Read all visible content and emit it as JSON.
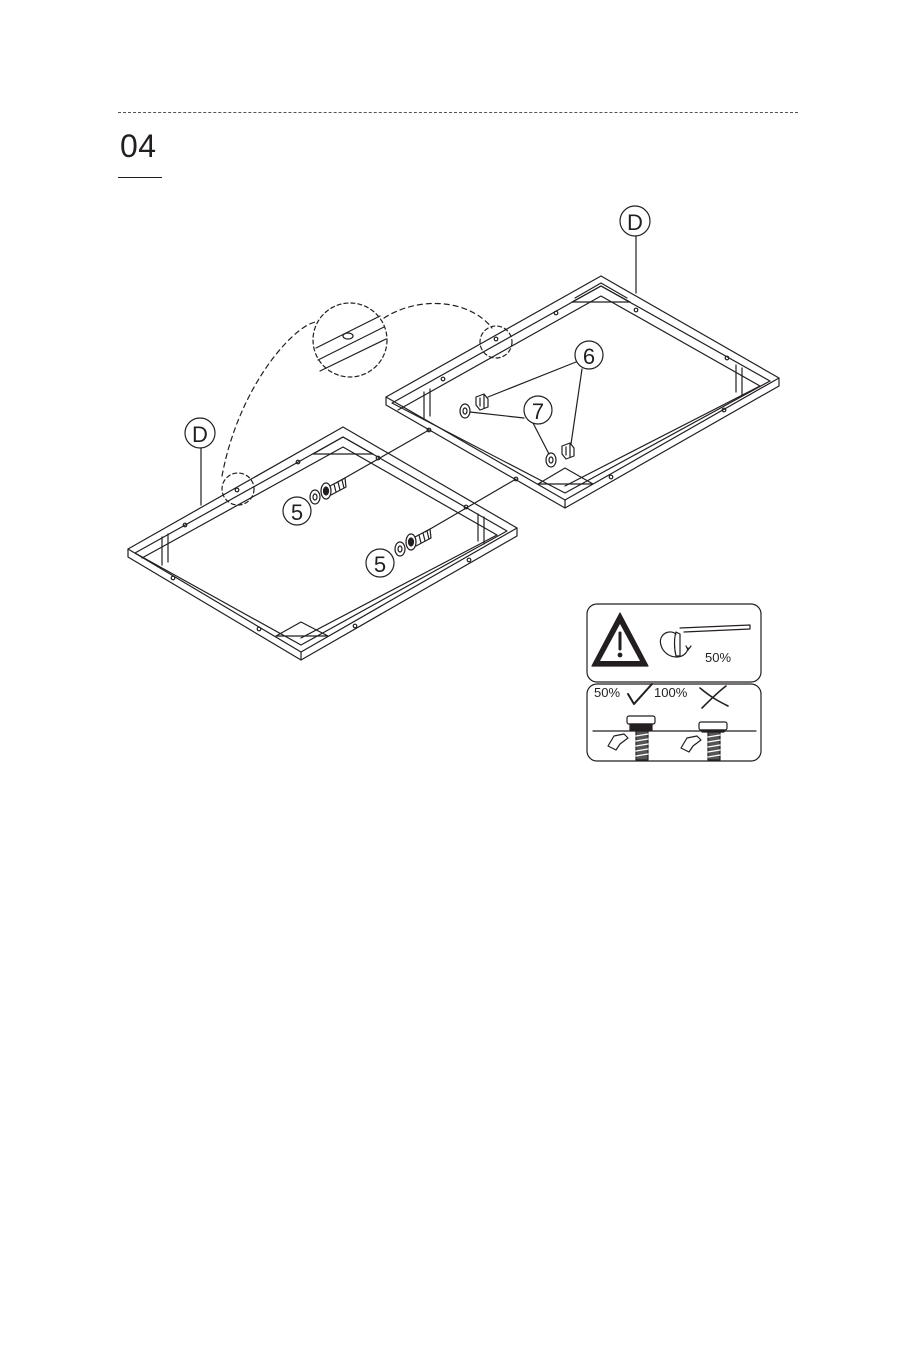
{
  "step": {
    "number": "04"
  },
  "labels": {
    "part_d_left": "D",
    "part_d_right": "D",
    "bolt_5_a": "5",
    "bolt_5_b": "5",
    "nut_6": "6",
    "washer_7": "7"
  },
  "notice": {
    "warning_icon": "warning-triangle-icon",
    "wrench_icon": "allen-key-rotate-icon",
    "tighten_percent": "50%",
    "ok_percent": "50%",
    "bad_percent": "100%",
    "ok_mark": "checkmark-icon",
    "bad_mark": "cross-icon"
  }
}
